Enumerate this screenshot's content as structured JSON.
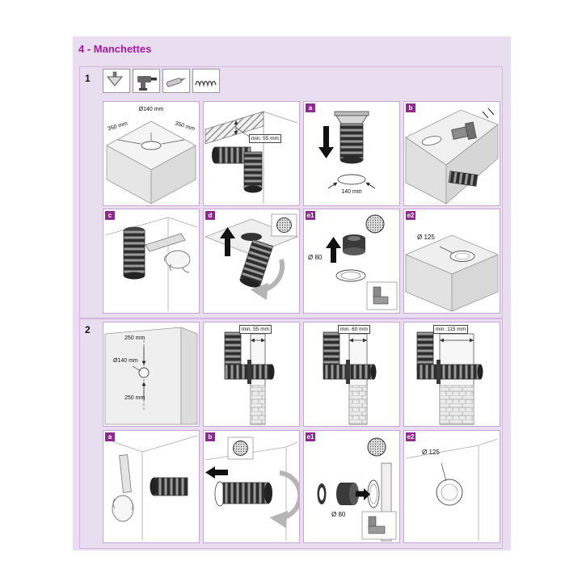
{
  "page": {
    "title": "4 - Manchettes"
  },
  "colors": {
    "accent": "#a21b9f",
    "panel_border": "#c9a4d4",
    "label_bg": "#8e2a8e",
    "background": "#e9def0"
  },
  "tools": {
    "icons": [
      "scraper",
      "drill",
      "sealant-gun",
      "foam-strip"
    ]
  },
  "section1": {
    "number": "1",
    "row1": {
      "p1": {
        "diameter": "Ø140 mm",
        "left": "350 mm",
        "right": "350 mm"
      },
      "p2": {
        "min": "min. 55 mm"
      },
      "p3": {
        "label": "a",
        "width": "140 mm"
      },
      "p4": {
        "label": "b"
      }
    },
    "row2": {
      "p1": {
        "label": "c"
      },
      "p2": {
        "label": "d"
      },
      "p3": {
        "label": "e1",
        "diameter": "Ø 80"
      },
      "p4": {
        "label": "e2",
        "diameter": "Ø 125"
      }
    }
  },
  "section2": {
    "number": "2",
    "row1": {
      "p1": {
        "top": "250 mm",
        "diameter": "Ø140 mm",
        "bottom": "250 mm"
      },
      "p2": {
        "min": "min. 55 mm"
      },
      "p3": {
        "min": "min. 60 mm"
      },
      "p4": {
        "min": "min. 115 mm"
      }
    },
    "row2": {
      "p1": {
        "label": "a"
      },
      "p2": {
        "label": "b"
      },
      "p3": {
        "label": "e1",
        "diameter": "Ø 80"
      },
      "p4": {
        "label": "e2",
        "diameter": "Ø 125"
      }
    }
  }
}
